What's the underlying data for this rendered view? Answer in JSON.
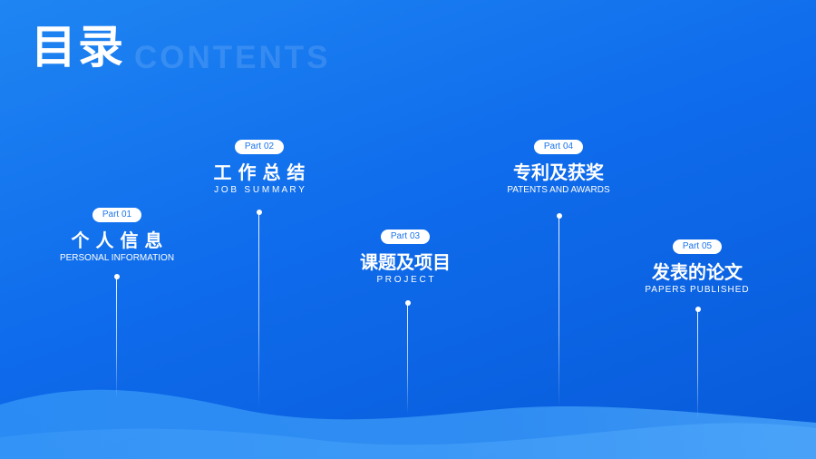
{
  "header": {
    "title_cn": "目录",
    "title_en": "CONTENTS"
  },
  "parts": [
    {
      "badge": "Part 01",
      "name": "个 人 信 息",
      "subtitle": "PERSONAL INFORMATION"
    },
    {
      "badge": "Part 02",
      "name": "工 作 总 结",
      "subtitle": "J O B   S U M M A R Y"
    },
    {
      "badge": "Part 03",
      "name": "课题及项目",
      "subtitle": "P R O J E C T"
    },
    {
      "badge": "Part 04",
      "name": "专利及获奖",
      "subtitle": "PATENTS AND AWARDS"
    },
    {
      "badge": "Part 05",
      "name": "发表的论文",
      "subtitle": "PAPERS PUBLISHED"
    }
  ],
  "colors": {
    "background": "#0f6cec",
    "badge_text": "#1a75ee",
    "text": "#ffffff"
  }
}
